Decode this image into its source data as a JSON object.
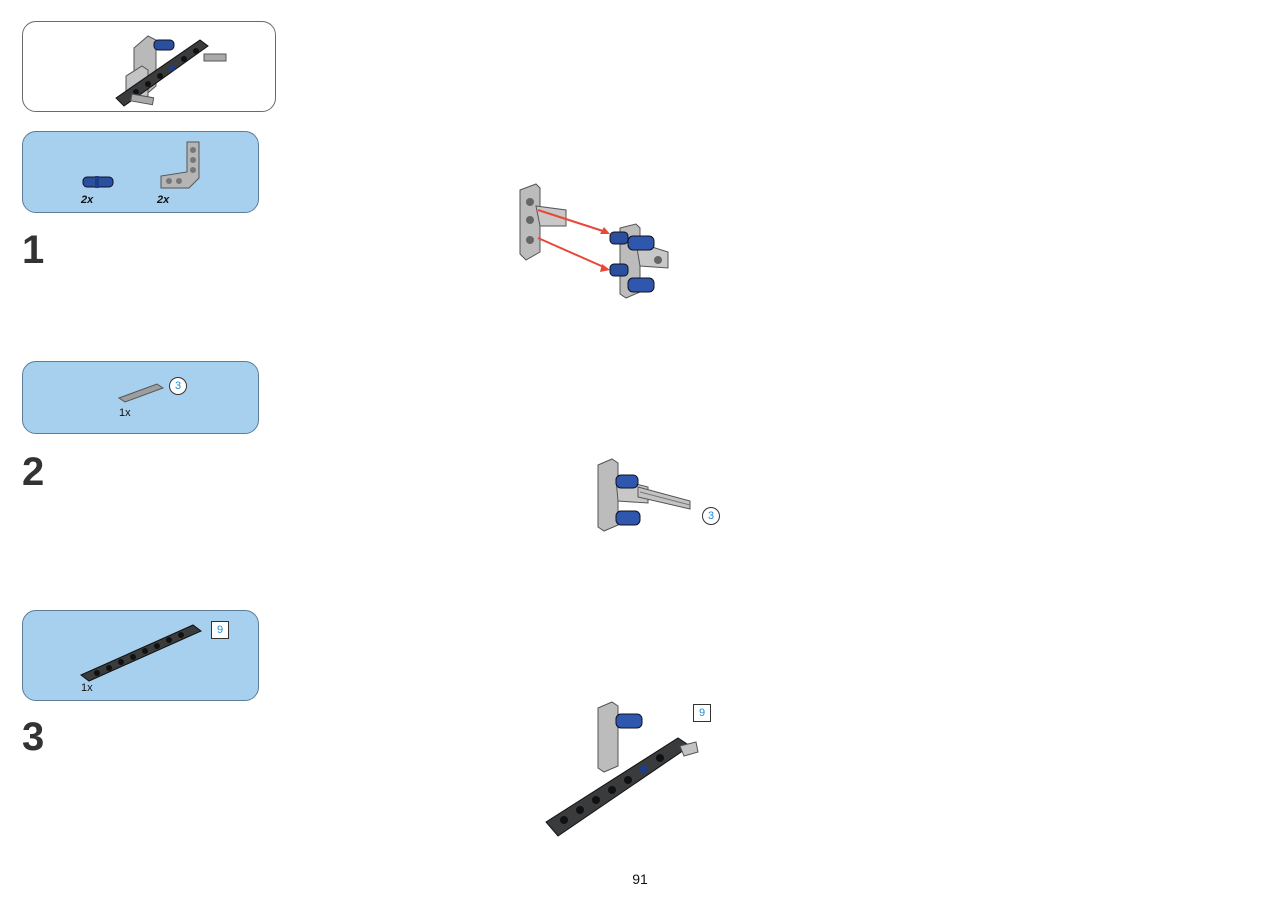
{
  "page": {
    "number": "91"
  },
  "steps": [
    {
      "number": "1",
      "parts": [
        {
          "qty": "2x",
          "part": "blue-pin"
        },
        {
          "qty": "2x",
          "part": "grey-angle-beam"
        }
      ]
    },
    {
      "number": "2",
      "parts": [
        {
          "qty": "1x",
          "part": "axle",
          "callout": "3"
        }
      ],
      "callout": "3"
    },
    {
      "number": "3",
      "parts": [
        {
          "qty": "1x",
          "part": "beam",
          "callout": "9"
        }
      ],
      "callout": "9"
    }
  ],
  "colors": {
    "parts_panel": "#a7d0ee",
    "callout_text": "#1b8fd6",
    "arrow": "#e8483a",
    "dark_beam": "#3a3b3d",
    "light_grey": "#a9a9a9",
    "blue_pin": "#2a4f9e"
  }
}
